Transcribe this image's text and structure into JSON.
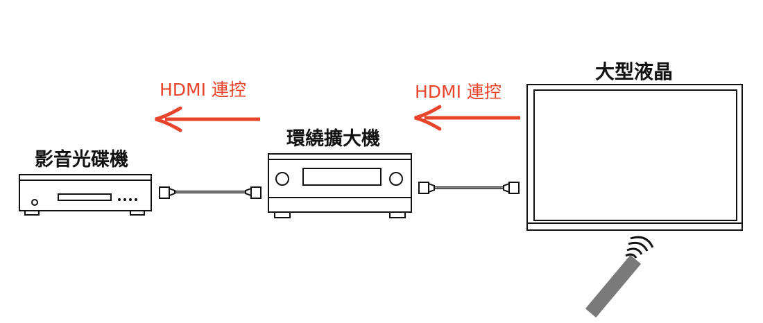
{
  "labels": {
    "player": "影音光碟機",
    "receiver": "環繞擴大機",
    "tv": "大型液晶"
  },
  "links": [
    {
      "label": "HDMI 連控"
    },
    {
      "label": "HDMI 連控"
    }
  ],
  "colors": {
    "arrow": "#e8442b",
    "outline": "#111111",
    "remote": "#7a7a7a"
  }
}
